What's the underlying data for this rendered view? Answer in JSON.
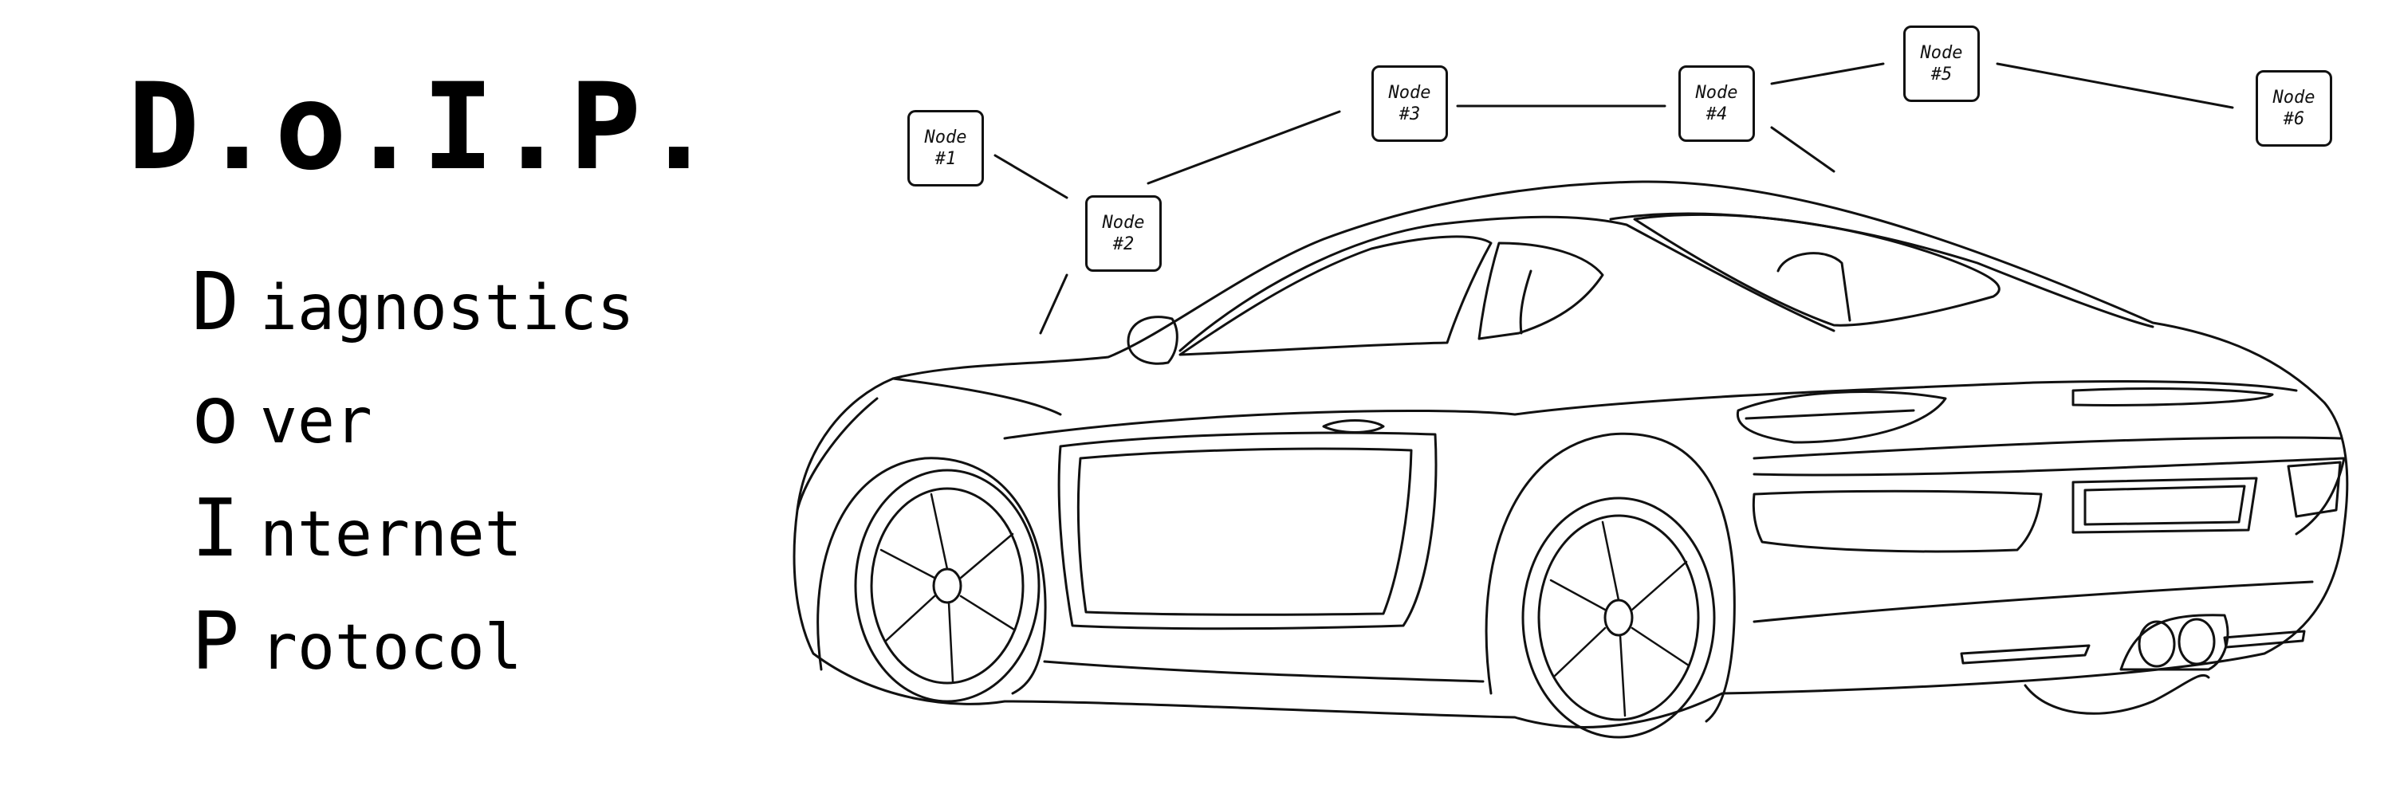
{
  "title": "D.o.I.P.",
  "acronym": [
    {
      "cap": "D",
      "rest": "iagnostics"
    },
    {
      "cap": "o",
      "rest": "ver"
    },
    {
      "cap": "I",
      "rest": "nternet"
    },
    {
      "cap": "P",
      "rest": "rotocol"
    }
  ],
  "nodes": [
    {
      "line1": "Node",
      "line2": "#1"
    },
    {
      "line1": "Node",
      "line2": "#2"
    },
    {
      "line1": "Node",
      "line2": "#3"
    },
    {
      "line1": "Node",
      "line2": "#4"
    },
    {
      "line1": "Node",
      "line2": "#5"
    },
    {
      "line1": "Node",
      "line2": "#6"
    }
  ]
}
